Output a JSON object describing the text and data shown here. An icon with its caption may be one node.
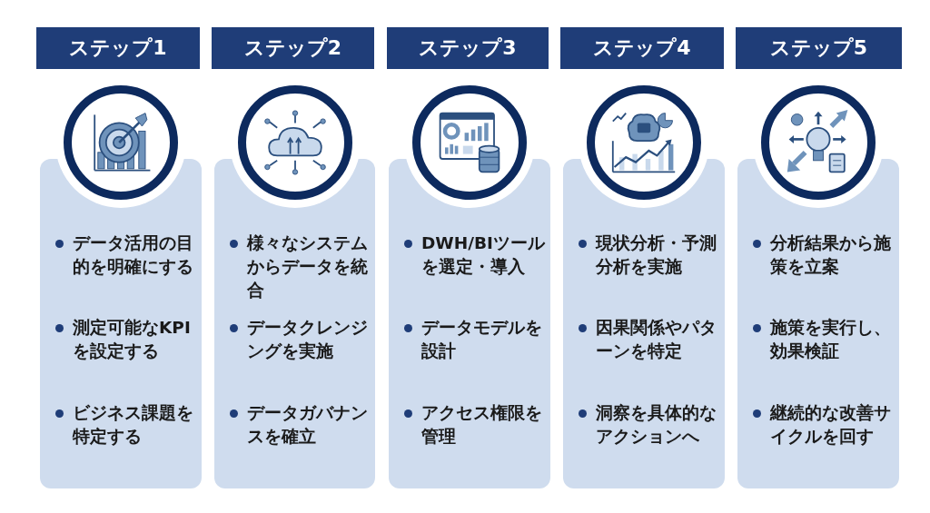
{
  "diagram": {
    "nodes": [
      {
        "text": [
          "ステップ1"
        ]
      },
      {
        "text": [
          "ステップ2"
        ]
      },
      {
        "text": [
          "ステップ3"
        ]
      },
      {
        "text": [
          "ステップ4"
        ]
      },
      {
        "text": [
          "ステップ5"
        ]
      },
      {
        "text": [
          "データ活用の目的を明確にする",
          "測定可能なKPIを設定する",
          "ビジネス課題を特定する"
        ]
      },
      {
        "text": [
          "様々なシステムからデータを統合",
          "データクレンジングを実施",
          "データガバナンスを確立"
        ]
      },
      {
        "text": [
          "DWH/BIツールを選定・導入",
          "データモデルを設計",
          "アクセス権限を管理"
        ]
      },
      {
        "text": [
          "現状分析・予測分析を実施",
          "因果関係やパターンを特定",
          "洞察を具体的なアクションへ"
        ]
      },
      {
        "text": [
          "分析結果から施策を立案",
          "施策を実行し、効果検証",
          "継続的な改善サイクルを回す"
        ]
      }
    ]
  }
}
